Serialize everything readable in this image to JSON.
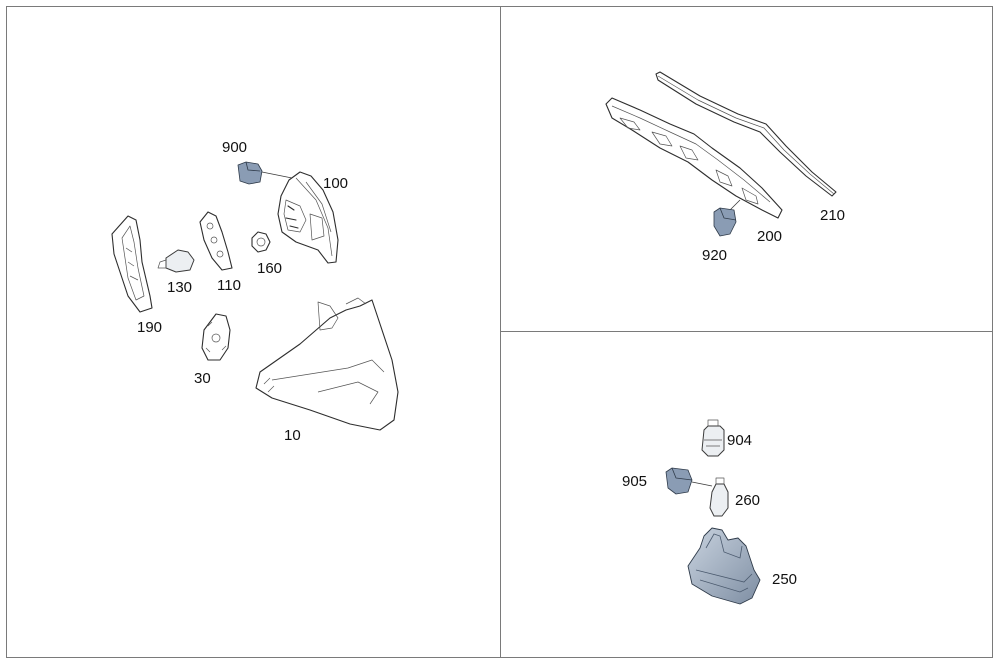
{
  "colors": {
    "part_highlight": "#8a9cb4",
    "part_highlight_dark": "#6c7f99",
    "frame": "#7a7a7a",
    "line": "#2e2e2e"
  },
  "panels": {
    "left": {
      "parts": [
        {
          "id": "900",
          "label": "900"
        },
        {
          "id": "100",
          "label": "100"
        },
        {
          "id": "190",
          "label": "190"
        },
        {
          "id": "130",
          "label": "130"
        },
        {
          "id": "110",
          "label": "110"
        },
        {
          "id": "160",
          "label": "160"
        },
        {
          "id": "30",
          "label": "30"
        },
        {
          "id": "10",
          "label": "10"
        }
      ]
    },
    "top_right": {
      "parts": [
        {
          "id": "210",
          "label": "210"
        },
        {
          "id": "200",
          "label": "200"
        },
        {
          "id": "920",
          "label": "920"
        }
      ]
    },
    "bottom_right": {
      "parts": [
        {
          "id": "904",
          "label": "904"
        },
        {
          "id": "905",
          "label": "905"
        },
        {
          "id": "260",
          "label": "260"
        },
        {
          "id": "250",
          "label": "250"
        }
      ]
    }
  }
}
